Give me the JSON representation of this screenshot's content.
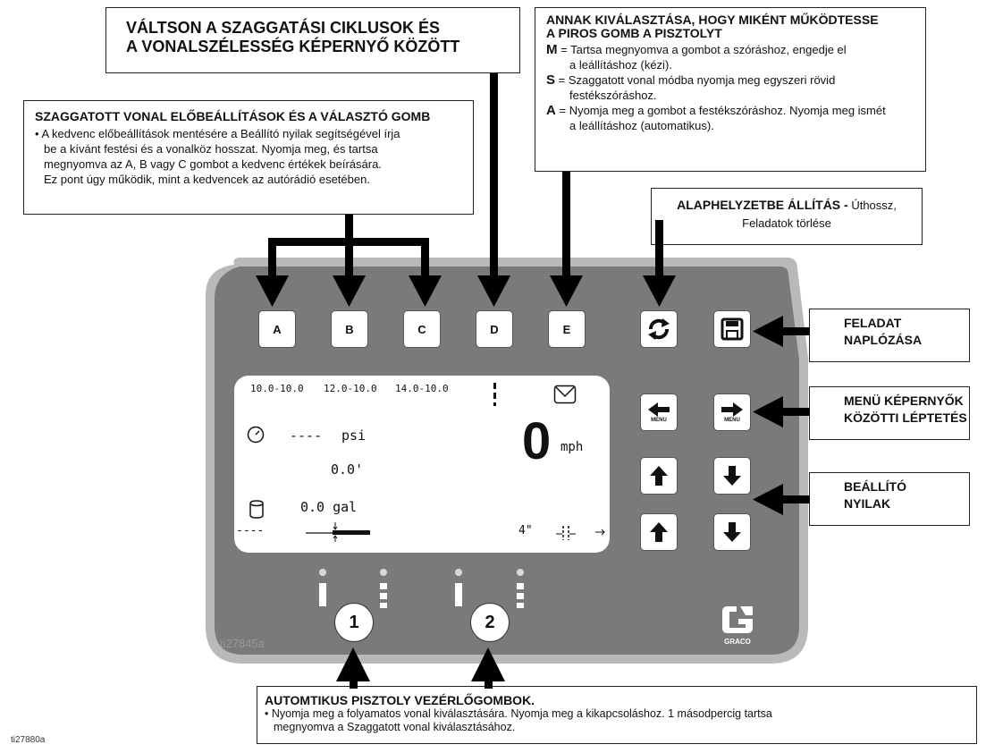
{
  "callouts": {
    "toggle": {
      "title_line1": "VÁLTSON A SZAGGATÁSI CIKLUSOK ÉS",
      "title_line2": "A VONALSZÉLESSÉG KÉPERNYŐ KÖZÖTT"
    },
    "trigger": {
      "title_line1": "ANNAK KIVÁLASZTÁSA, HOGY MIKÉNT MŰKÖDTESSE",
      "title_line2": "A PIROS GOMB A PISZTOLYT",
      "m_key": "M",
      "eq": "=",
      "m_line1": "Tartsa megnyomva a gombot a szóráshoz, engedje el",
      "m_line2": "a leállításhoz (kézi).",
      "s_key": "S",
      "s_line1": "Szaggatott vonal módba nyomja meg egyszeri rövid",
      "s_line2": "festékszóráshoz.",
      "a_key": "A",
      "a_line1": "Nyomja meg a gombot a festékszóráshoz. Nyomja meg ismét",
      "a_line2": "a leállításhoz (automatikus)."
    },
    "presets": {
      "title": "SZAGGATOTT VONAL ELŐBEÁLLÍTÁSOK ÉS A VÁLASZTÓ GOMB",
      "line1": "A kedvenc előbeállítások mentésére a Beállító nyilak segítségével írja",
      "line2": "be a kívánt festési és a vonalköz hosszat. Nyomja meg, és tartsa",
      "line3": "megnyomva az A, B vagy C gombot a kedvenc értékek beírására.",
      "line4": "Ez pont úgy működik, mint a kedvencek az autórádió esetében."
    },
    "reset": {
      "title": "ALAPHELYZETBE ÁLLÍTÁS -",
      "text1": "Úthossz,",
      "text2": "Feladatok törlése"
    },
    "log": {
      "line1": "FELADAT",
      "line2": "NAPLÓZÁSA"
    },
    "menu": {
      "line1": "MENÜ KÉPERNYŐK",
      "line2": "KÖZÖTTI LÉPTETÉS"
    },
    "adjust": {
      "line1": "BEÁLLÍTÓ",
      "line2": "NYILAK"
    },
    "gun": {
      "title": "AUTOMTIKUS PISZTOLY VEZÉRLŐGOMBOK.",
      "line1": "Nyomja meg a folyamatos vonal kiválasztására. Nyomja meg a kikapcsoláshoz. 1 másodpercig tartsa",
      "line2": "megnyomva a Szaggatott vonal kiválasztásához."
    }
  },
  "keys": {
    "a": "A",
    "b": "B",
    "c": "C",
    "d": "D",
    "e": "E",
    "menu_left": "MENU",
    "menu_right": "MENU"
  },
  "screen": {
    "preset1": "10.0-10.0",
    "preset2": "12.0-10.0",
    "preset3": "14.0-10.0",
    "pressure_value": "----",
    "pressure_unit": "psi",
    "distance": "0.0'",
    "speed_value": "0",
    "speed_unit": "mph",
    "gallons": "0.0 gal",
    "gap_dashes": "----",
    "line_width": "4\""
  },
  "gun_buttons": {
    "gun1": "1",
    "gun2": "2"
  },
  "brand": {
    "name": "GRACO"
  },
  "ids": {
    "panel_id": "ti27845a",
    "figure_id": "ti27880a"
  },
  "icons": [
    "reset-icon",
    "save-icon",
    "left-arrow-icon",
    "right-arrow-icon",
    "up-arrow-icon",
    "down-arrow-icon",
    "pressure-gauge-icon",
    "mail-icon",
    "tank-icon",
    "graco-logo-icon"
  ],
  "colors": {
    "panel_outer": "#6e6e6e",
    "panel_inner": "#7c7c7c",
    "panel_rim": "#b5b5b5",
    "key_face": "#ffffff",
    "ink": "#111111"
  }
}
